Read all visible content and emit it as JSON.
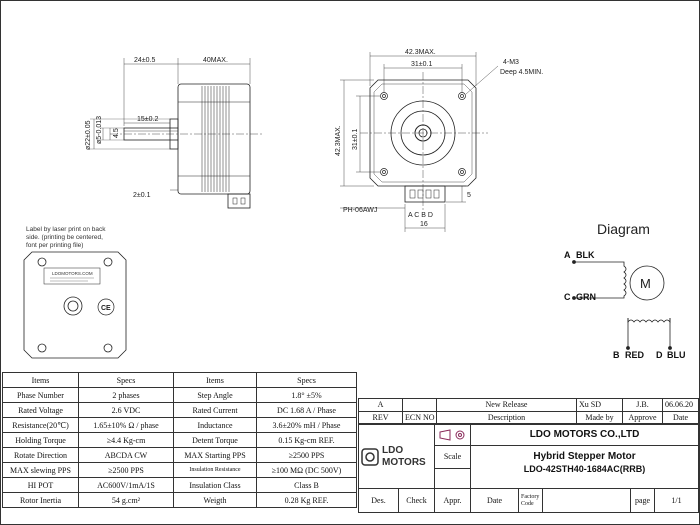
{
  "front_view": {
    "dim_24": "24±0.5",
    "dim_40max": "40MAX.",
    "dim_15": "15±0.2",
    "dim_2": "2±0.1",
    "dim_d22": "ø22±0.05",
    "dim_d5": "ø5-0.013",
    "dim_45": "4.5"
  },
  "side_view": {
    "dim_423max_top": "42.3MAX.",
    "dim_31_top": "31±0.1",
    "dim_423max_left": "42.3MAX.",
    "dim_31_left": "31±0.1",
    "hole_spec": "4-M3",
    "hole_depth": "Deep 4.5MIN.",
    "connector": "PH-06AWJ",
    "pins": "A C B D",
    "dim_16": "16",
    "dim_5": "5"
  },
  "label_note": {
    "line1": "Label by laser print on back",
    "line2": "side. (printing be centered,",
    "line3": "font per printing file)",
    "brand_text": "LDOMOTORS.COM",
    "ce_mark": "CE"
  },
  "diagram": {
    "title": "Diagram",
    "a_label": "A",
    "a_color": "BLK",
    "c_label": "C",
    "c_color": "GRN",
    "b_label": "B",
    "b_color": "RED",
    "d_label": "D",
    "d_color": "BLU",
    "motor_symbol": "M"
  },
  "specs_table": {
    "headers": [
      "Items",
      "Specs",
      "Items",
      "Specs"
    ],
    "rows": [
      [
        "Phase Number",
        "2 phases",
        "Step Angle",
        "1.8° ±5%"
      ],
      [
        "Rated Voltage",
        "2.6 VDC",
        "Rated Current",
        "DC 1.68 A / Phase"
      ],
      [
        "Resistance(20℃)",
        "1.65±10% Ω / phase",
        "Inductance",
        "3.6±20% mH / Phase"
      ],
      [
        "Holding Torque",
        "≥4.4 Kg-cm",
        "Detent Torque",
        "0.15 Kg-cm REF."
      ],
      [
        "Rotate Direction",
        "ABCDA CW",
        "MAX Starting PPS",
        "≥2500 PPS"
      ],
      [
        "MAX slewing PPS",
        "≥2500 PPS",
        "Insulation Resistance",
        "≥100 MΩ (DC 500V)"
      ],
      [
        "HI POT",
        "AC600V/1mA/1S",
        "Insulation Class",
        "Class B"
      ],
      [
        "Rotor Inertia",
        "54 g.cm²",
        "Weigth",
        "0.28 Kg  REF."
      ]
    ]
  },
  "title_block": {
    "rev_row": [
      "A",
      "",
      "New Release",
      "Xu SD",
      "J.B.",
      "06.06.20"
    ],
    "rev_headers": [
      "REV",
      "ECN NO",
      "Description",
      "Made by",
      "Approve",
      "Date"
    ],
    "company_logo_top": "LDO",
    "company_logo_bottom": "MOTORS",
    "scale_label": "Scale",
    "company_name": "LDO MOTORS CO.,LTD",
    "product_title": "Hybrid Stepper Motor",
    "part_number": "LDO-42STH40-1684AC(RRB)",
    "des_label": "Des.",
    "check_label": "Check",
    "appr_label": "Appr.",
    "date_label": "Date",
    "factory_code_label": "Factory Code",
    "page_label": "page",
    "page_value": "1/1"
  }
}
